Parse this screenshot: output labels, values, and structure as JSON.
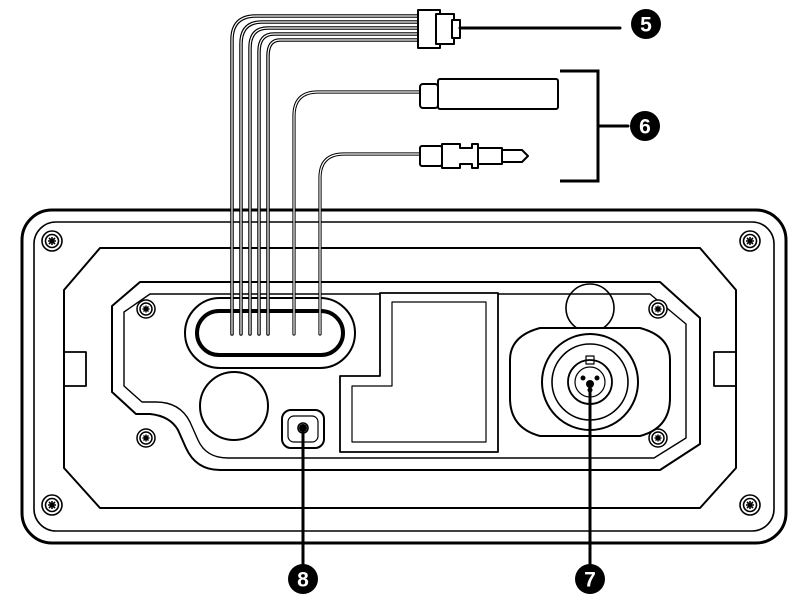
{
  "callouts": {
    "c5": "5",
    "c6": "6",
    "c7": "7",
    "c8": "8"
  },
  "colors": {
    "line": "#000000",
    "fill": "#ffffff",
    "callout_bg": "#000000",
    "callout_text": "#ffffff"
  }
}
